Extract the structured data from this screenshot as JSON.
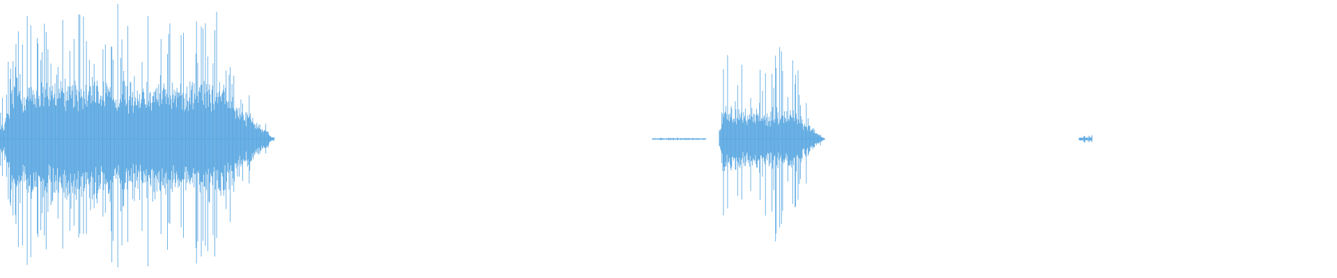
{
  "waveform": {
    "color": "#5DA9E2",
    "background": "#FFFFFF",
    "duration_fraction_note": "",
    "segments": [
      {
        "name": "segment-1",
        "start": 0.0,
        "end": 0.205,
        "peak": 0.92,
        "body": 0.42,
        "attack": 0.01,
        "decay": 0.04
      },
      {
        "name": "segment-2-faint",
        "start": 0.488,
        "end": 0.528,
        "peak": 0.01,
        "body": 0.005,
        "attack": 0.0,
        "decay": 0.0
      },
      {
        "name": "segment-3",
        "start": 0.538,
        "end": 0.617,
        "peak": 0.68,
        "body": 0.22,
        "attack": 0.002,
        "decay": 0.025
      },
      {
        "name": "segment-4",
        "start": 0.807,
        "end": 0.817,
        "peak": 0.03,
        "body": 0.012,
        "attack": 0.0,
        "decay": 0.0
      }
    ]
  }
}
